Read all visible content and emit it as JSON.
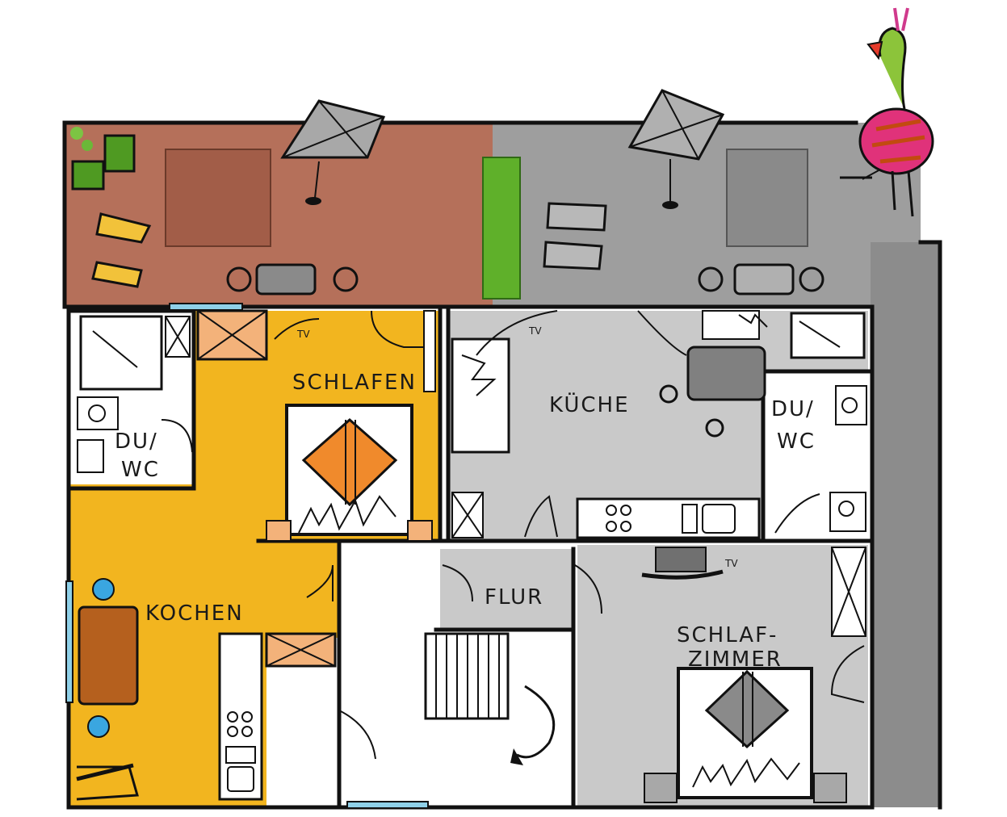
{
  "colors": {
    "terrace_left": "#b5705a",
    "terrace_right": "#9e9e9e",
    "apartment_left": "#f2b51f",
    "apartment_right": "#c9c9c9",
    "corridor_right": "#8c8c8c",
    "hedge": "#5fb02a",
    "chair_yellow": "#f2c23a",
    "table_wood": "#b5601e",
    "bed_orange": "#f08a2c",
    "bed_gray": "#8a8a8a",
    "cushion_blue": "#3aa6e0",
    "window_blue": "#8fd0e8"
  },
  "labels": {
    "schlafen": "SCHLAFEN",
    "kueche": "KÜCHE",
    "duwc_left_1": "DU/",
    "duwc_left_2": "WC",
    "duwc_right_1": "DU/",
    "duwc_right_2": "WC",
    "kochen": "KOCHEN",
    "flur": "FLUR",
    "schlafzimmer_1": "SCHLAF-",
    "schlafzimmer_2": "ZIMMER",
    "tv": "TV"
  },
  "icons": [
    "umbrella-icon",
    "plant-icon",
    "chair-icon",
    "table-icon",
    "bed-icon",
    "stove-icon",
    "sink-icon",
    "shower-icon",
    "toilet-icon",
    "stairs-icon",
    "giraffe-icon",
    "door-swing-icon"
  ]
}
